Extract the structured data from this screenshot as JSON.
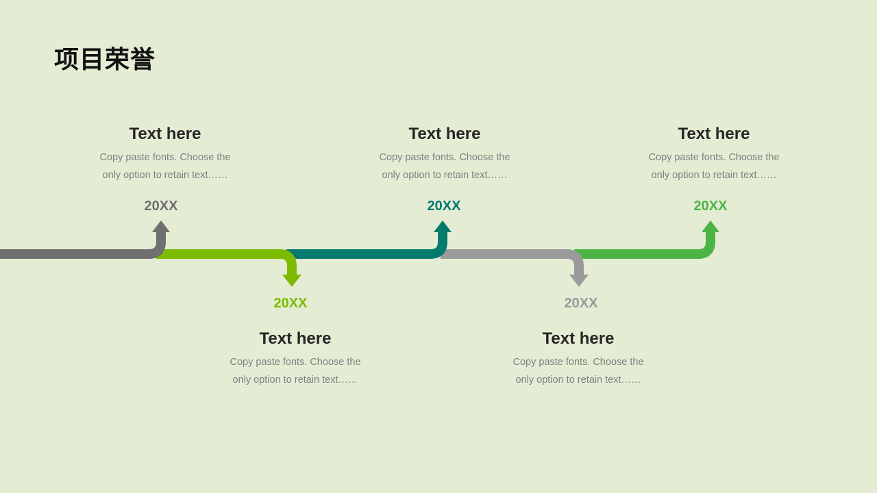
{
  "title": "项目荣誉",
  "colors": {
    "background": "#e4ecd4",
    "dark_gray": "#6f6f6f",
    "lime": "#7cbb00",
    "teal": "#007b6e",
    "gray": "#9a9a9a",
    "green": "#4cb444",
    "light_gray": "#c4c4c4"
  },
  "milestones": [
    {
      "year": "20XX",
      "title": "Text here",
      "desc1": "Copy paste fonts. Choose the",
      "desc2": "only option to retain text……",
      "color": "#6f6f6f",
      "position": "top"
    },
    {
      "year": "20XX",
      "title": "Text here",
      "desc1": "Copy paste fonts. Choose the",
      "desc2": "only option to retain text……",
      "color": "#7cbb00",
      "position": "bottom"
    },
    {
      "year": "20XX",
      "title": "Text here",
      "desc1": "Copy paste fonts. Choose the",
      "desc2": "only option to retain text……",
      "color": "#007b6e",
      "position": "top"
    },
    {
      "year": "20XX",
      "title": "Text here",
      "desc1": "Copy paste fonts. Choose the",
      "desc2": "only option to retain text……",
      "color": "#9a9a9a",
      "position": "bottom"
    },
    {
      "year": "20XX",
      "title": "Text here",
      "desc1": "Copy paste fonts. Choose the",
      "desc2": "only option to retain text……",
      "color": "#4cb444",
      "position": "top"
    }
  ]
}
